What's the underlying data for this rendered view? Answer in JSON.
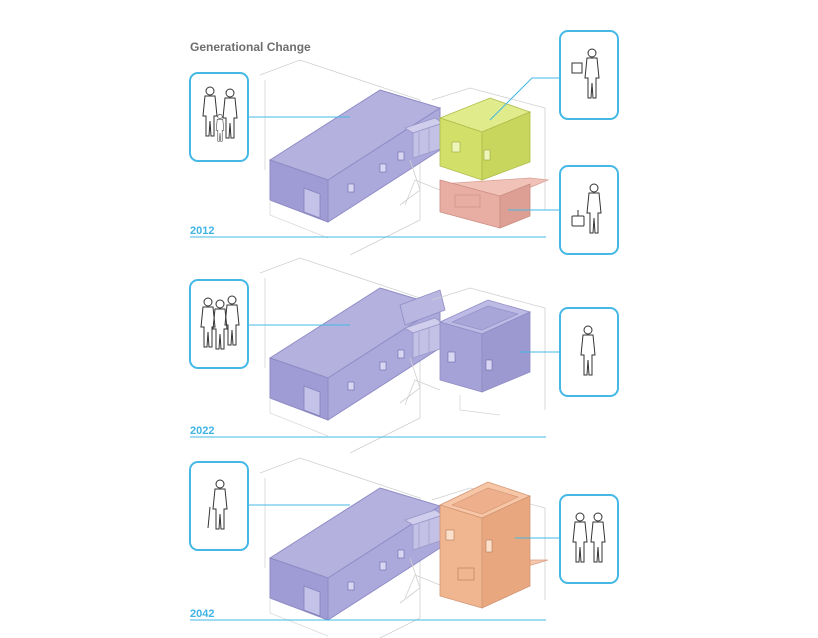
{
  "title": "Generational Change",
  "colors": {
    "accent_blue": "#45b8e6",
    "main_block": "#a9a6d8",
    "green_unit": "#d4e26a",
    "red_unit": "#e6aaa0",
    "orange_unit": "#f0b08c",
    "line_grey": "#bdbdbd"
  },
  "stages": [
    {
      "year": "2012",
      "left_icon": "family-parents-child-icon",
      "right_icons": [
        "person-carrying-box-icon",
        "person-with-suitcase-icon"
      ]
    },
    {
      "year": "2022",
      "left_icon": "family-group-icon",
      "right_icons": [
        "standing-person-icon"
      ]
    },
    {
      "year": "2042",
      "left_icon": "elderly-person-with-cane-icon",
      "right_icons": [
        "couple-holding-hands-icon"
      ]
    }
  ]
}
